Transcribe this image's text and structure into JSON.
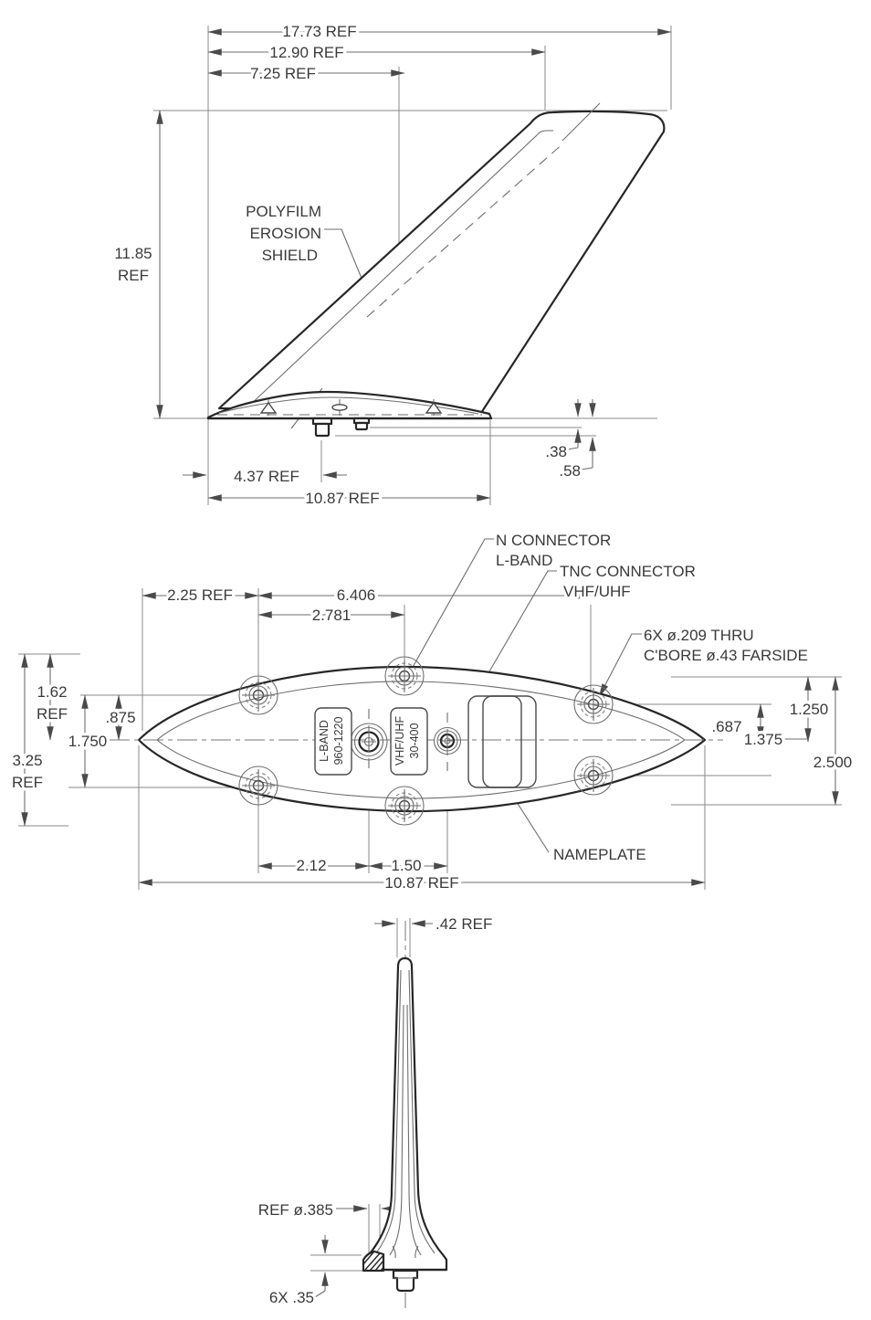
{
  "colors": {
    "outline": "#272727",
    "dim_lines": "#6e6e6e",
    "text": "#3a3a3a",
    "background": "#ffffff"
  },
  "side_view": {
    "dim_17_73": "17.73 REF",
    "dim_12_90": "12.90 REF",
    "dim_7_25": "7.25 REF",
    "dim_11_85": [
      "11.85",
      "REF"
    ],
    "polyfilm": [
      "POLYFILM",
      "EROSION",
      "SHIELD"
    ],
    "dim_4_37": "4.37 REF",
    "dim_10_87": "10.87 REF",
    "dim_38": ".38",
    "dim_58": ".58"
  },
  "plan_view": {
    "label_n_connector": [
      "N CONNECTOR",
      "L-BAND"
    ],
    "label_tnc_connector": [
      "TNC CONNECTOR",
      "VHF/UHF"
    ],
    "label_holes": [
      "6X ø.209 THRU",
      "C'BORE ø.43 FARSIDE"
    ],
    "label_nameplate": "NAMEPLATE",
    "dim_2_25": "2.25 REF",
    "dim_6_406": "6.406",
    "dim_2_781": "2.781",
    "dim_1_62": [
      "1.62",
      "REF"
    ],
    "dim_875": ".875",
    "dim_1_750": "1.750",
    "dim_3_25": [
      "3.25",
      "REF"
    ],
    "dim_1_250": "1.250",
    "dim_687": ".687",
    "dim_1_375": "1.375",
    "dim_2_500": "2.500",
    "dim_2_12": "2.12",
    "dim_1_50": "1.50",
    "dim_10_87": "10.87 REF",
    "connector_lband": [
      "L-BAND",
      "960-1220"
    ],
    "connector_vhf": [
      "VHF/UHF",
      "30-400"
    ]
  },
  "front_view": {
    "dim_42": ".42 REF",
    "dim_385": "REF ø.385",
    "dim_35": "6X .35"
  }
}
